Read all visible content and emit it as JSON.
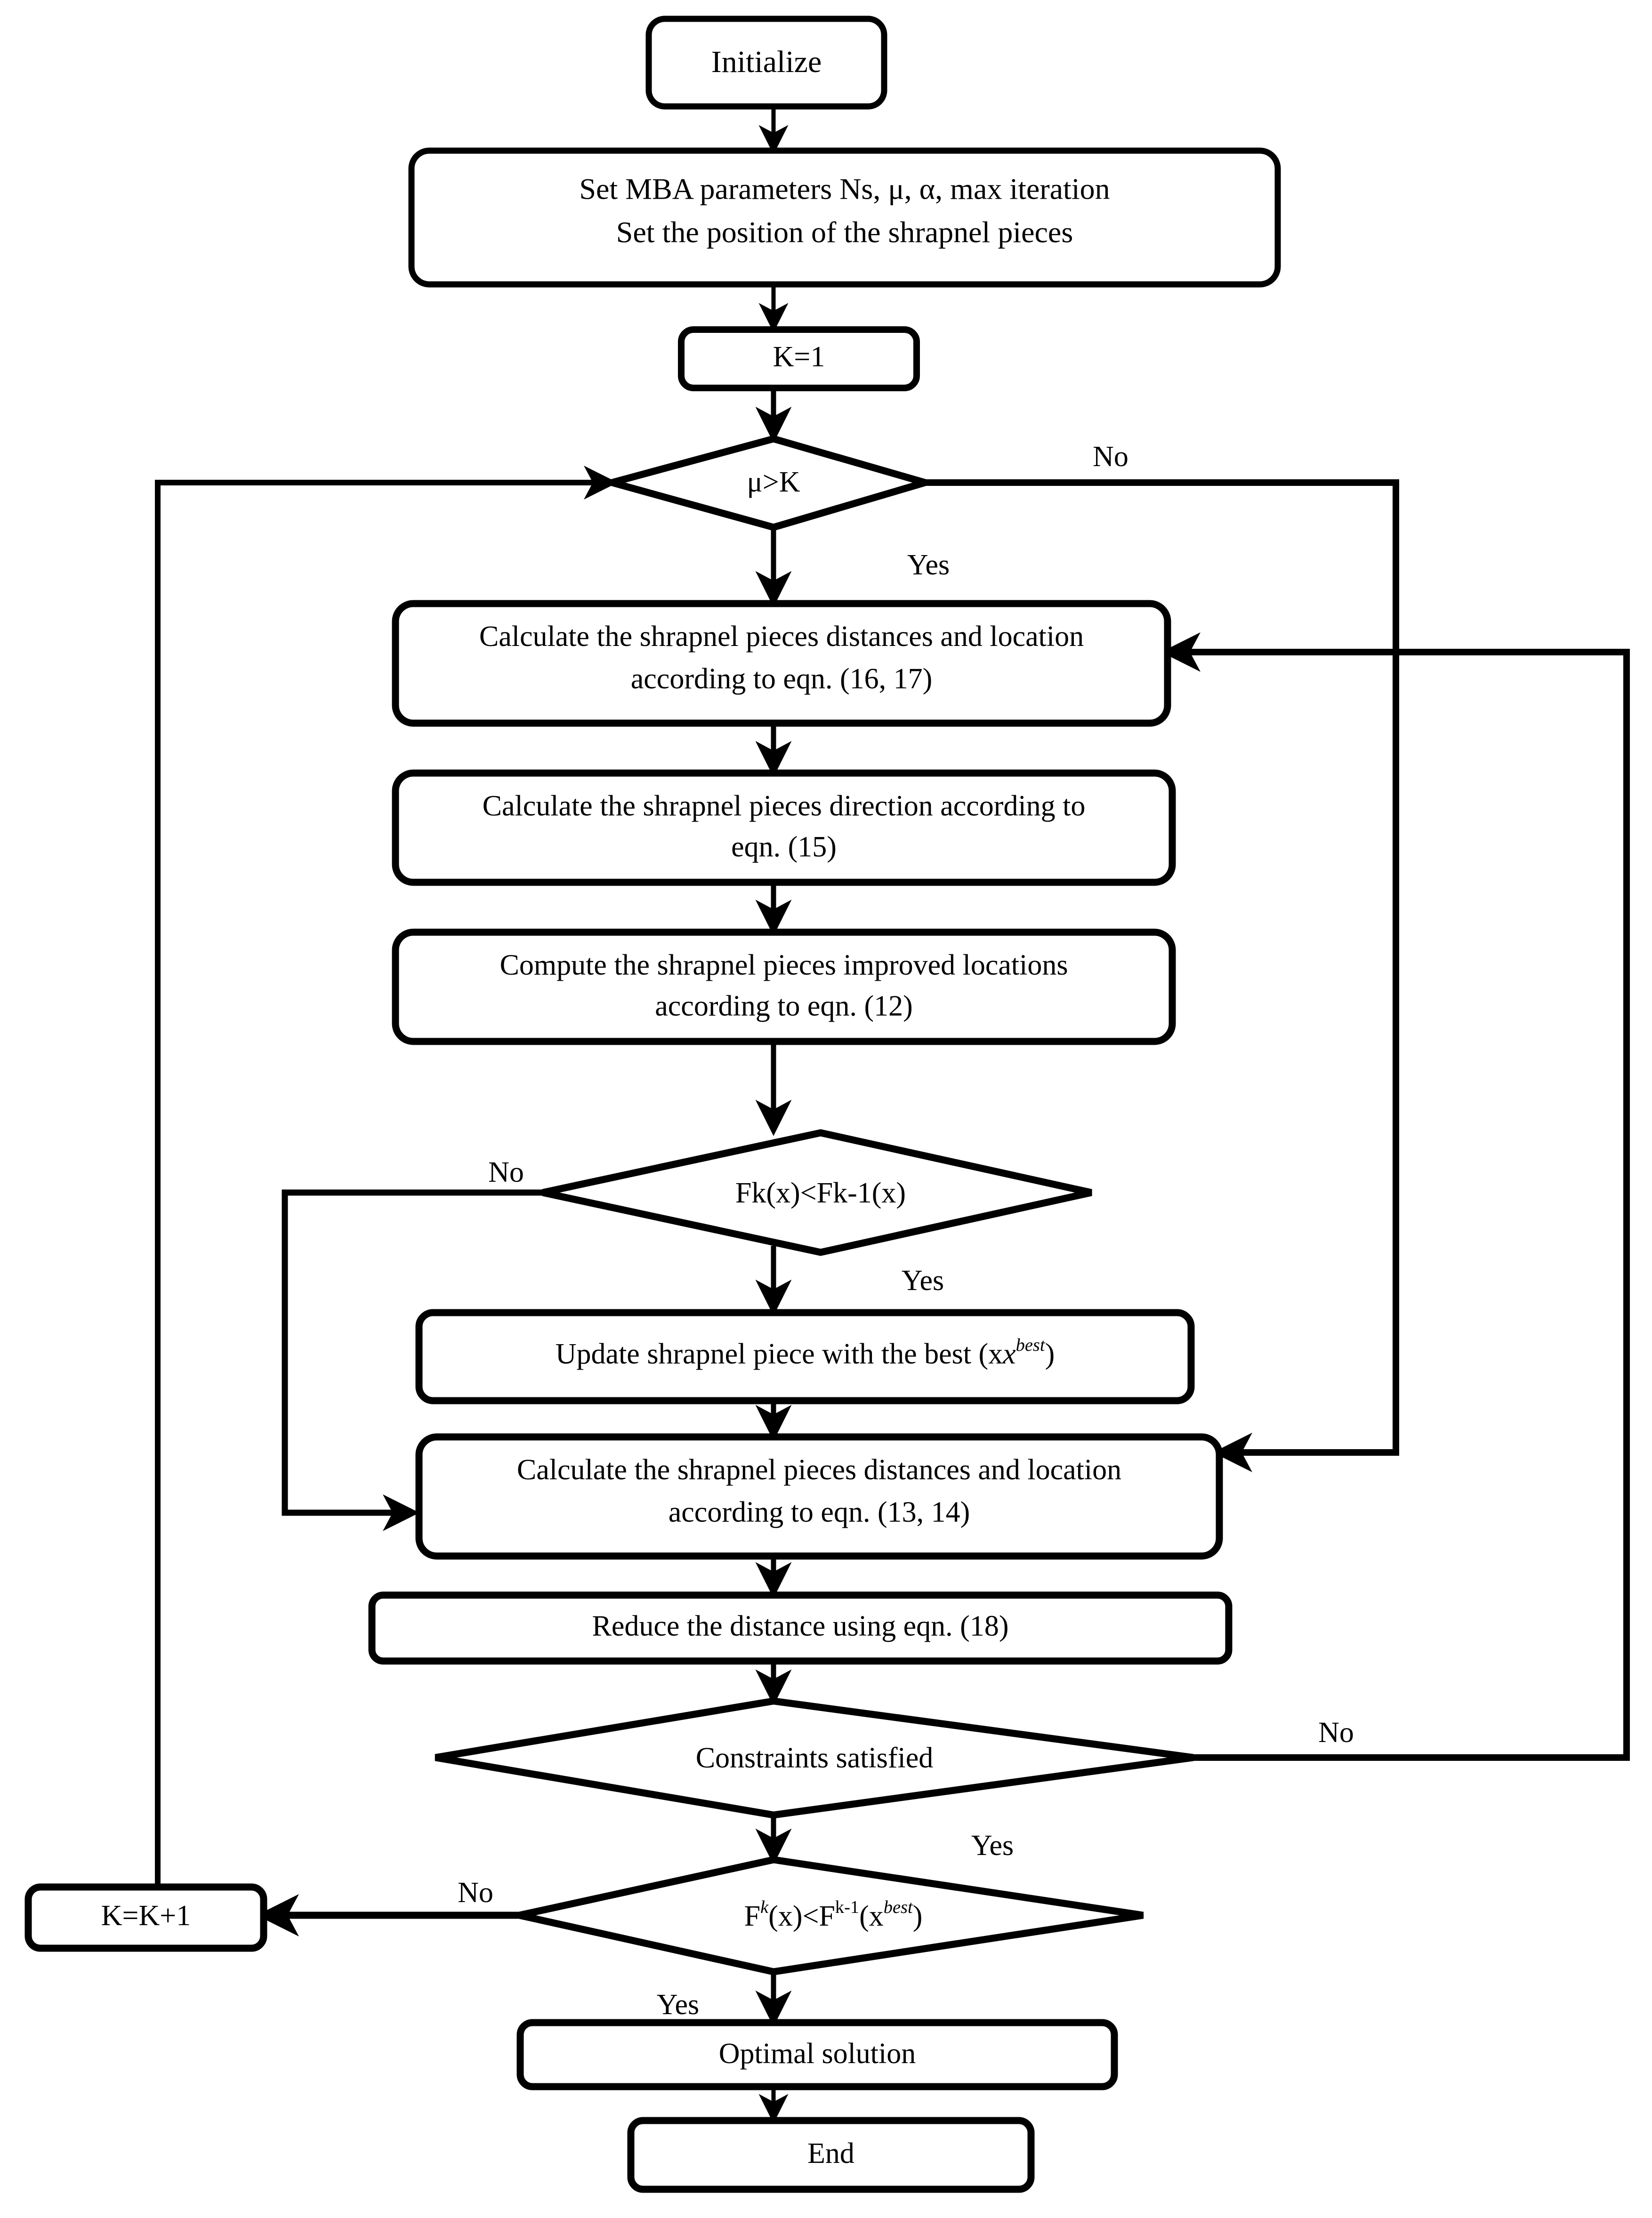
{
  "diagram": {
    "title": "MBA (Mine Blast Algorithm) optimization flowchart",
    "type": "flowchart",
    "background_color": "#ffffff",
    "stroke_color": "#000000",
    "nodes": [
      {
        "id": "initialize",
        "shape": "rounded-rect",
        "label": "Initialize"
      },
      {
        "id": "set-params",
        "shape": "rounded-rect",
        "label_line1": "Set MBA parameters Ns, μ, α, max iteration",
        "label_line2": "Set the position of the shrapnel pieces"
      },
      {
        "id": "k-equals-1",
        "shape": "rounded-rect",
        "label": "K=1"
      },
      {
        "id": "mu-gt-k",
        "shape": "diamond",
        "label": "μ>K"
      },
      {
        "id": "calc-16-17",
        "shape": "rounded-rect",
        "label_line1": "Calculate the shrapnel pieces distances and location",
        "label_line2": "according to eqn. (16, 17)"
      },
      {
        "id": "calc-dir-15",
        "shape": "rounded-rect",
        "label_line1": "Calculate the shrapnel pieces direction according to",
        "label_line2": "eqn. (15)"
      },
      {
        "id": "compute-12",
        "shape": "rounded-rect",
        "label_line1": "Compute the shrapnel pieces improved locations",
        "label_line2": "according to eqn. (12)"
      },
      {
        "id": "fk-compare",
        "shape": "diamond",
        "label": "Fk(x)<Fk-1(x)"
      },
      {
        "id": "update-best",
        "shape": "rounded-rect",
        "label_prefix": "Update shrapnel piece with the best (x",
        "label_sup": "best",
        "label_suffix": ")"
      },
      {
        "id": "calc-13-14",
        "shape": "rounded-rect",
        "label_line1": "Calculate the shrapnel pieces distances and location",
        "label_line2": "according to eqn. (13, 14)"
      },
      {
        "id": "reduce-18",
        "shape": "rounded-rect",
        "label": "Reduce the distance using eqn. (18)"
      },
      {
        "id": "constraints",
        "shape": "diamond",
        "label": "Constraints satisfied"
      },
      {
        "id": "fk-best",
        "shape": "diamond",
        "label_f": "F",
        "label_k": "k",
        "label_x": "(x)<F",
        "label_km1": "k-1",
        "label_open": "(x",
        "label_best": "best",
        "label_close": ")"
      },
      {
        "id": "k-plus-1",
        "shape": "rounded-rect",
        "label": "K=K+1"
      },
      {
        "id": "optimal",
        "shape": "rounded-rect",
        "label": "Optimal solution"
      },
      {
        "id": "end",
        "shape": "rounded-rect",
        "label": "End"
      }
    ],
    "edge_labels": {
      "mu_gt_k_no": "No",
      "mu_gt_k_yes": "Yes",
      "fk_compare_no": "No",
      "fk_compare_yes": "Yes",
      "constraints_no": "No",
      "constraints_yes": "Yes",
      "fk_best_no": "No",
      "fk_best_yes": "Yes"
    }
  }
}
